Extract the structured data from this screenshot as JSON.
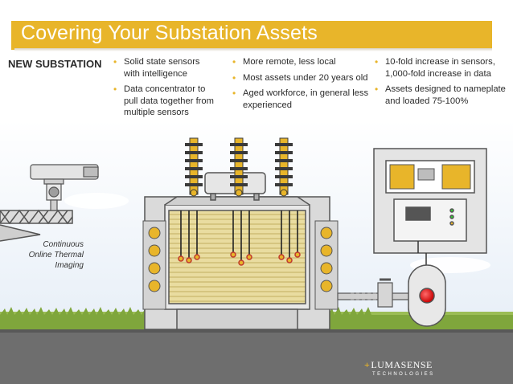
{
  "header": {
    "title": "Covering Your Substation Assets"
  },
  "section_label": "NEW SUBSTATION",
  "columns": [
    {
      "bullets": [
        "Solid state sensors with intelligence",
        "Data concentrator to pull data together from multiple sensors"
      ]
    },
    {
      "bullets": [
        "More remote, less local",
        "Most assets under 20 years old",
        "Aged workforce, in general less experienced"
      ]
    },
    {
      "bullets": [
        "10-fold increase in sensors, 1,000-fold increase in data",
        "Assets designed to nameplate and loaded 75-100%"
      ]
    }
  ],
  "camera_caption": [
    "Continuous",
    "Online Thermal",
    "Imaging"
  ],
  "logo": {
    "name": "LUMASENSE",
    "tagline": "TECHNOLOGIES"
  },
  "colors": {
    "accent": "#e8b52a",
    "grass": "#8fb04a",
    "road": "#6b6b6b",
    "equipment": "#d9d9d9",
    "alarm": "#e02020"
  }
}
